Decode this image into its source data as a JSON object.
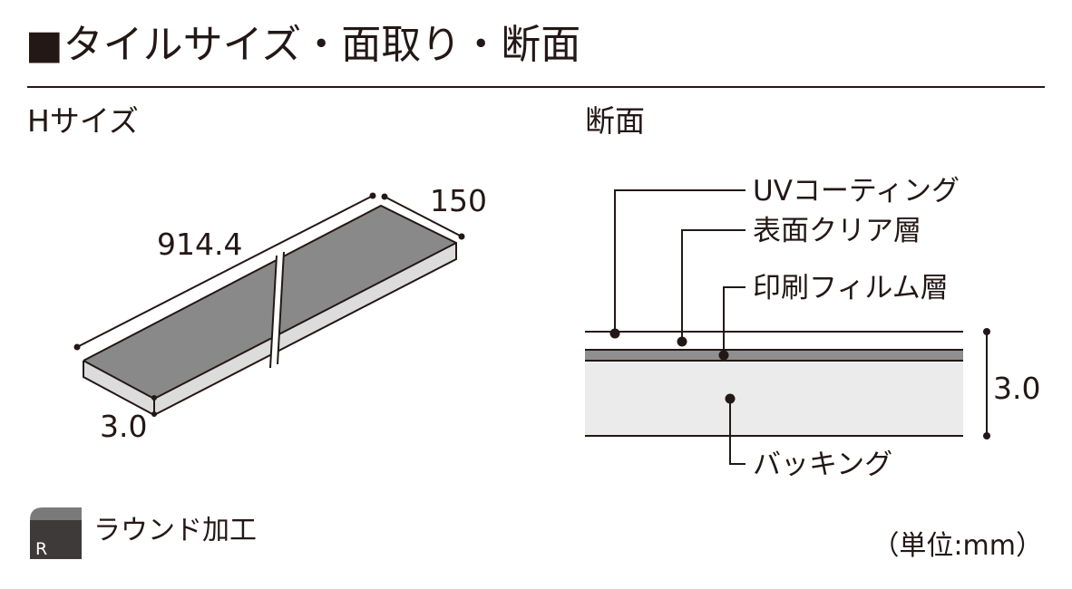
{
  "title": "■タイルサイズ・面取り・断面",
  "left_panel": {
    "heading": "Hサイズ",
    "dimensions": {
      "length": "914.4",
      "width": "150",
      "thickness": "3.0"
    }
  },
  "right_panel": {
    "heading": "断面",
    "layers": [
      {
        "label": "UVコーティング"
      },
      {
        "label": "表面クリア層"
      },
      {
        "label": "印刷フィルム層"
      },
      {
        "label": "バッキング"
      }
    ],
    "thickness": "3.0"
  },
  "legend": {
    "icon_letter": "R",
    "label": "ラウンド加工"
  },
  "unit_note": "（単位:mm）",
  "colors": {
    "ink": "#231815",
    "tile_top": "#898989",
    "tile_side": "#dcdcdc",
    "film_layer": "#8f8f8f",
    "backing": "#ebebeb",
    "legend_dark": "#3e3a39",
    "legend_mid": "#7a7a7a"
  }
}
